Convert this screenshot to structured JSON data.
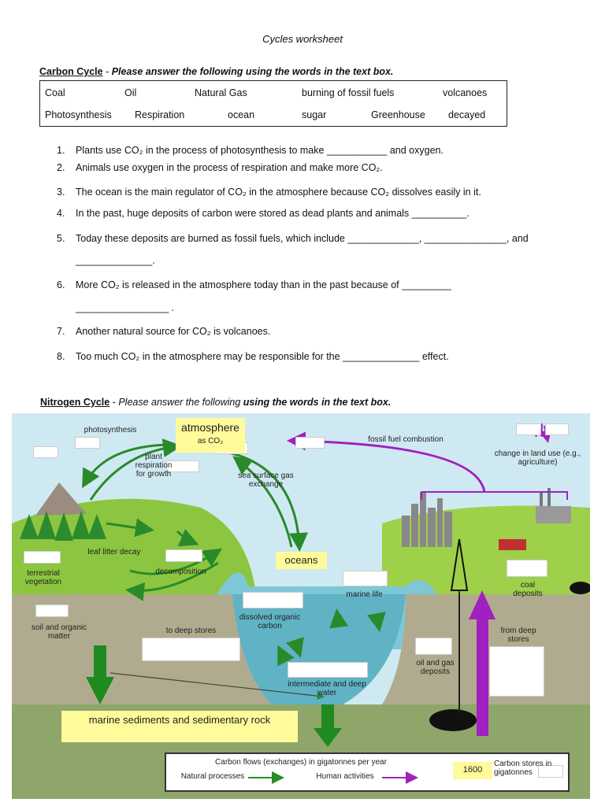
{
  "title": "Cycles worksheet",
  "carbon": {
    "heading": "Carbon Cycle",
    "dash": " - ",
    "instruction": "Please answer the following using the words in the text box.",
    "words": [
      "Coal",
      "Oil",
      "Natural Gas",
      "burning of fossil fuels",
      "volcanoes",
      "Photosynthesis",
      "Respiration",
      "ocean",
      "sugar",
      "Greenhouse",
      "decayed"
    ],
    "questions": [
      {
        "n": "1.",
        "text": "Plants use CO₂ in the process of photosynthesis to make ___________ and oxygen."
      },
      {
        "n": "2.",
        "text": "Animals use oxygen in the process of respiration and make more CO₂."
      },
      {
        "n": "3.",
        "text": "The ocean is the main regulator of CO₂ in the atmosphere because CO₂ dissolves easily in it."
      },
      {
        "n": "4.",
        "text": "In the past, huge deposits of carbon were stored as dead plants and animals __________."
      },
      {
        "n": "5.",
        "text": "Today these deposits are burned as fossil fuels, which include _____________, _______________, and"
      },
      {
        "n": "",
        "text": "______________."
      },
      {
        "n": "6.",
        "text": "More CO₂ is released in the atmosphere today than in the past because of _________"
      },
      {
        "n": "",
        "text": "_________________ ."
      },
      {
        "n": "7.",
        "text": "Another natural source for CO₂ is volcanoes."
      },
      {
        "n": "8.",
        "text": "Too much CO₂ in the atmosphere may be responsible for the ______________ effect."
      }
    ]
  },
  "nitrogen": {
    "heading": "Nitrogen Cycle",
    "dash": " - ",
    "instruction_a": "Please answer the following ",
    "instruction_b": "using the words in the text box."
  },
  "diagram": {
    "photosynthesis": "photosynthesis",
    "atmosphere": "atmosphere",
    "as_co2": "as CO₂",
    "fossil_fuel_combustion": "fossil fuel combustion",
    "change_land_use": "change in land use (e.g., agriculture)",
    "plant_respiration": "plant respiration for growth",
    "sea_surface": "sea surface gas exchange",
    "leaf_litter": "leaf litter decay",
    "oceans": "oceans",
    "terrestrial": "terrestrial vegetation",
    "decomposition": "decomposition",
    "marine_life": "marine life",
    "coal_deposits": "coal deposits",
    "soil": "soil and organic matter",
    "to_deep": "to deep stores",
    "dissolved": "dissolved organic carbon",
    "from_deep": "from deep stores",
    "oil_gas": "oil and gas deposits",
    "intermediate": "intermediate and deep water",
    "marine_sediments": "marine sediments and sedimentary rock",
    "legend_title": "Carbon flows (exchanges) in gigatonnes per year",
    "legend_natural": "Natural processes",
    "legend_human": "Human activities",
    "legend_value": "1600",
    "legend_stores": "Carbon stores in gigatonnes"
  },
  "colors": {
    "natural": "#2a8a2a",
    "human": "#a020c0",
    "label_bg": "#fffa9a",
    "sky": "#cfe9f2",
    "water": "#7ec8d6"
  }
}
